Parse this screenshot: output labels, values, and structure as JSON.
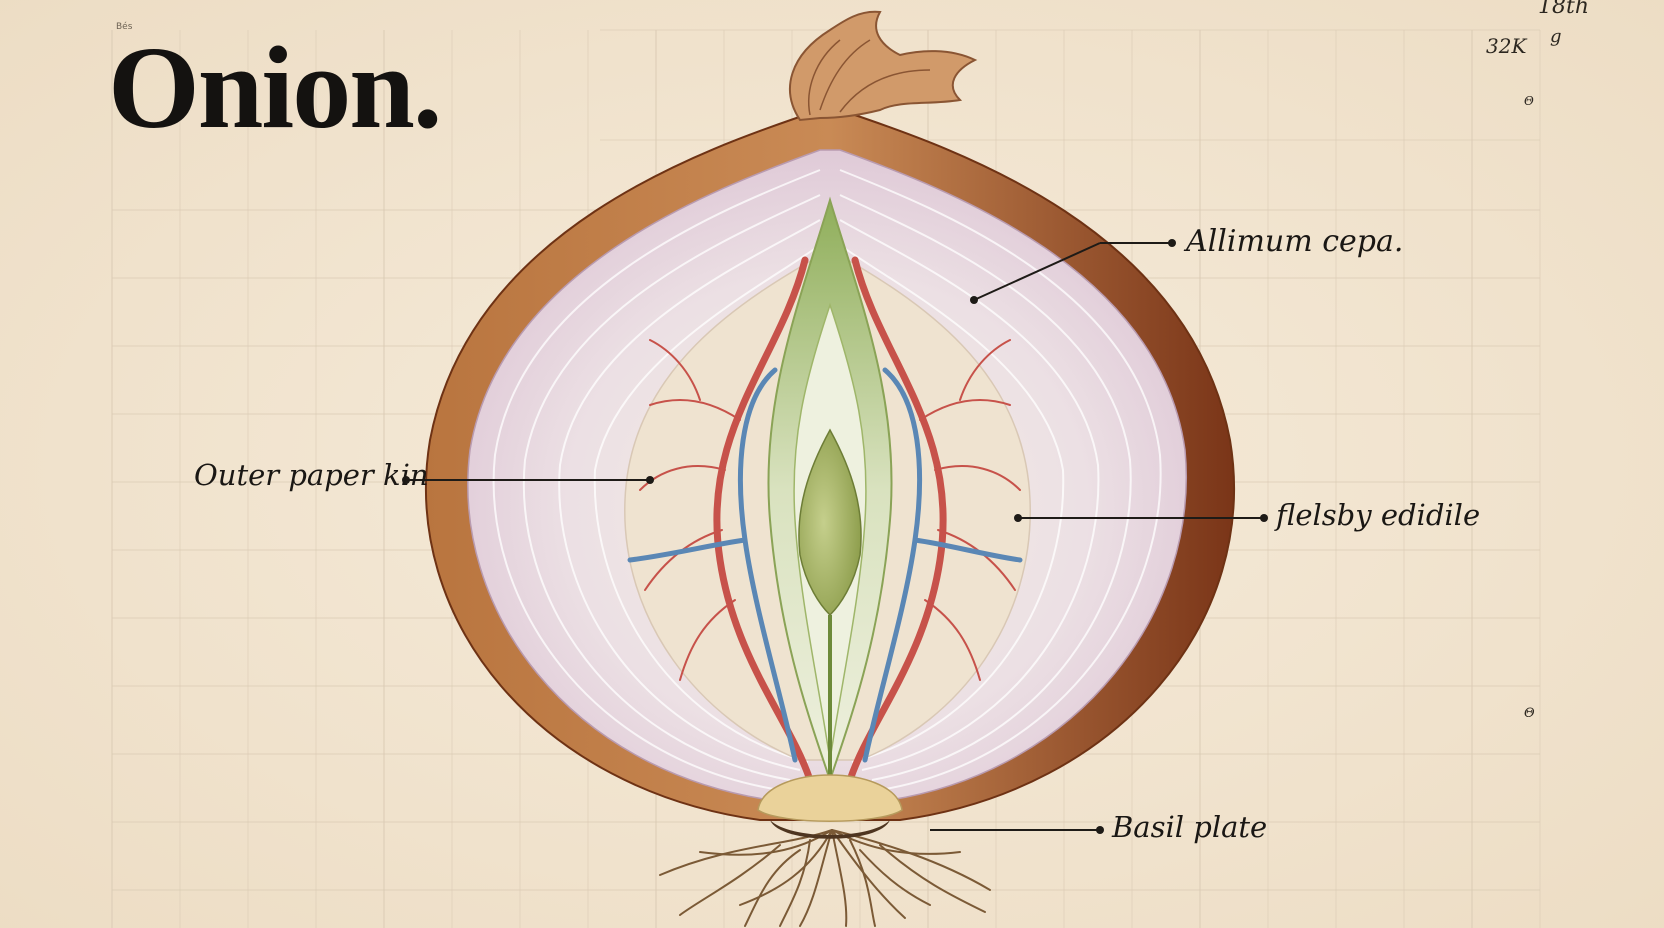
{
  "title": "Onion.",
  "tiny_mark": "Bés",
  "corner": {
    "top": "18th",
    "code": "32K",
    "glyph": "g"
  },
  "margin_marks": [
    "Θ",
    "Θ"
  ],
  "labels": {
    "species": "Allimum cepa.",
    "outer": "Outer paper kin",
    "flesh": "flelsby edidile",
    "basal": "Basil plate"
  },
  "colors": {
    "paper": "#f4e7d3",
    "grid": "#d9ccb8",
    "skin": "#a55a2c",
    "flesh": "#ead9e2",
    "core": "#a4b66a",
    "vein_red": "#c7524a",
    "vein_blue": "#5a87b5"
  },
  "icons": [
    "onion-cross-section-illustration",
    "root-tuft-icon"
  ]
}
